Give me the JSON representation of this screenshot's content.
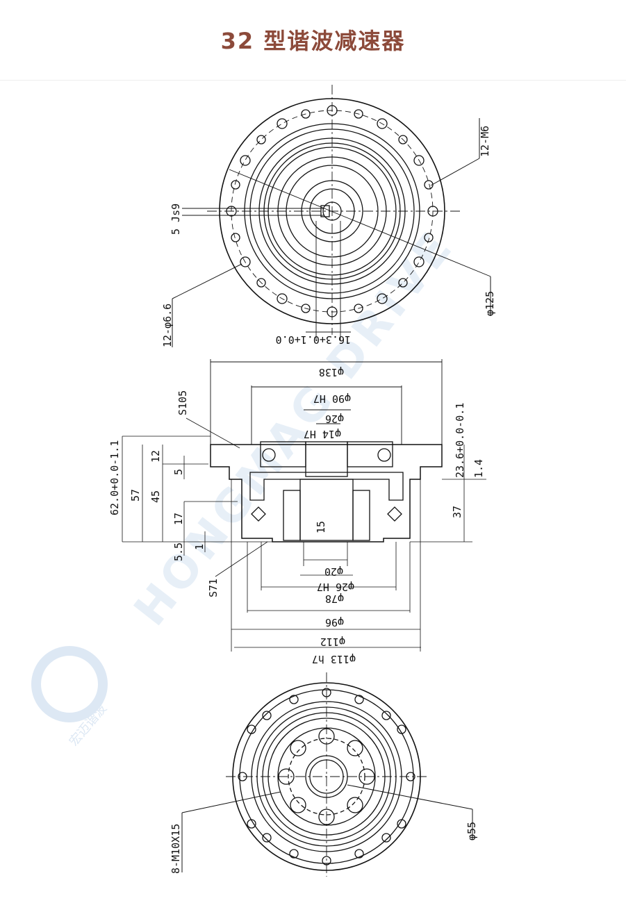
{
  "title": "32 型谐波减速器",
  "watermark": {
    "brand": "HONGMAG DRIVE",
    "cn": "宏迈谐波"
  },
  "top_view": {
    "thread_callout": "12-M6",
    "keyway_callout": "5 Js9",
    "bolt_hole_callout": "12-φ6.6",
    "pcd_callout": "φ125",
    "key_depth_callout": "16.3+0.1+0.0"
  },
  "section_view": {
    "d138": "φ138",
    "d90": "φ90 H7",
    "d26": "φ26",
    "d14": "φ14 H7",
    "s105": "S105",
    "h62": "62.0+0.0-1.1",
    "h57": "57",
    "h45": "45",
    "h12": "12",
    "h5": "5",
    "h17": "17",
    "h5_5": "5.5",
    "h1": "1",
    "h15": "15",
    "h23_6": "23.6+0.0-0.1",
    "h1_4": "1.4",
    "h37": "37",
    "d20": "φ20",
    "d26h7": "φ26 H7",
    "d78": "φ78",
    "d96": "φ96",
    "d112": "φ112",
    "d113": "φ113 h7",
    "s71": "S71"
  },
  "bottom_view": {
    "thread_callout": "8-M10X15",
    "bore_callout": "φ55"
  }
}
